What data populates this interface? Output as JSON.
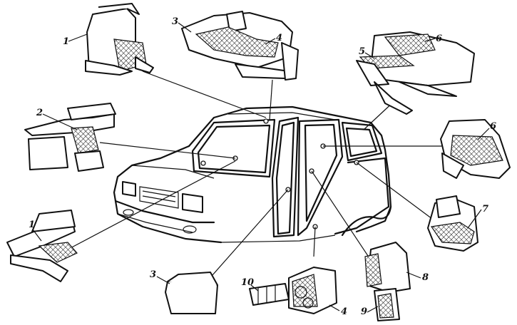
{
  "callouts": {
    "c1a": "1",
    "c2": "2",
    "c3a": "3",
    "c4a": "4",
    "c5": "5",
    "c6a": "6",
    "c6b": "6",
    "c7": "7",
    "c1b": "1",
    "c3b": "3",
    "c10": "10",
    "c4b": "4",
    "c8": "8",
    "c9": "9"
  }
}
